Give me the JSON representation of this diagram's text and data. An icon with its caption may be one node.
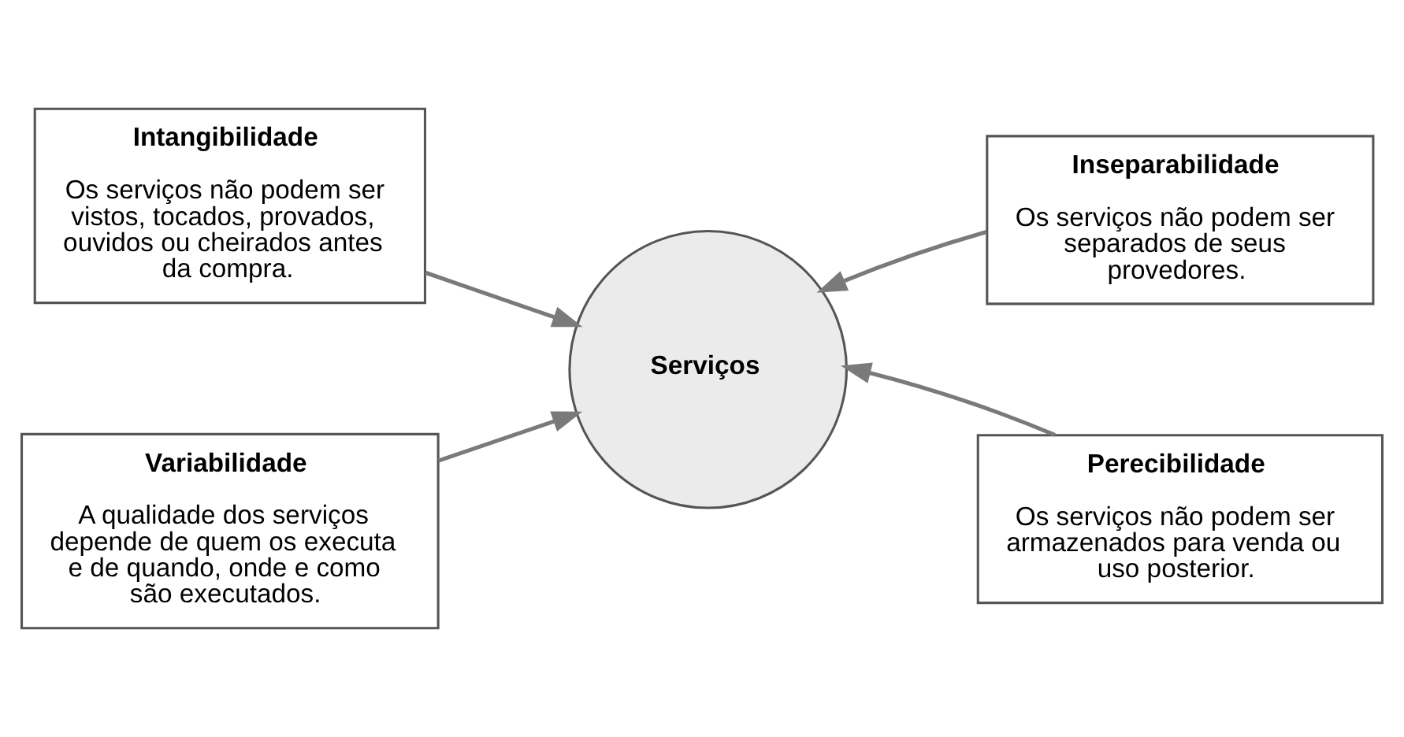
{
  "diagram": {
    "nodes": [
      {
        "text": [
          "Intangibilidade",
          "Os serviços não podem ser vistos, tocados, provados, ouvidos ou cheirados antes da compra."
        ]
      },
      {
        "text": [
          "Inseparabilidade",
          "Os serviços não podem ser separados de seus provedores."
        ]
      },
      {
        "text": [
          "Serviços"
        ]
      },
      {
        "text": [
          "Variabilidade",
          "A qualidade dos serviços depende de quem os executa e de quando, onde e como são executados."
        ]
      },
      {
        "text": [
          "Perecibilidade",
          "Os serviços não podem ser armazenados para venda ou uso posterior."
        ]
      }
    ],
    "edges": [
      {
        "from": 0,
        "to": 2,
        "arrow": "to"
      },
      {
        "from": 1,
        "to": 2,
        "arrow": "to"
      },
      {
        "from": 3,
        "to": 2,
        "arrow": "to"
      },
      {
        "from": 4,
        "to": 2,
        "arrow": "to"
      }
    ]
  }
}
